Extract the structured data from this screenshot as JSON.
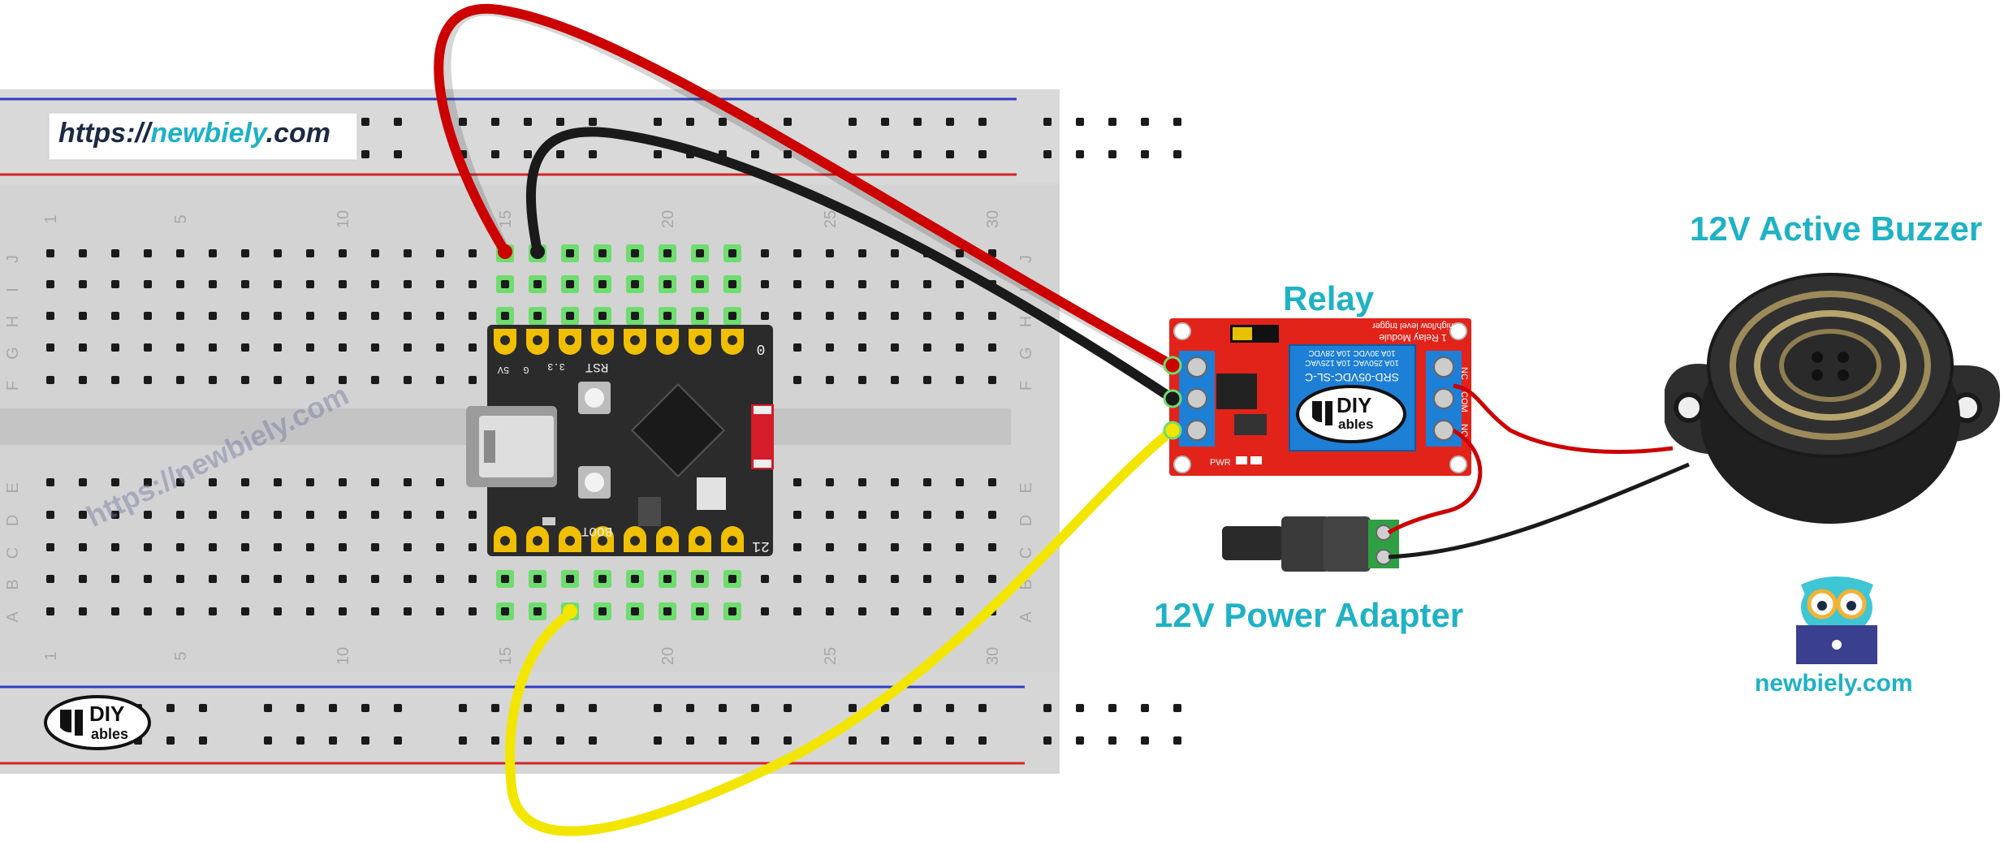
{
  "labels": {
    "relay": "Relay",
    "buzzer": "12V Active Buzzer",
    "adapter": "12V Power Adapter",
    "brand_caption": "newbiely.com"
  },
  "watermark": {
    "prefix": "https://",
    "domain": "newbiely",
    "suffix": ".com",
    "diagonal": "https://newbiely.com"
  },
  "breadboard": {
    "row_letters_top": [
      "J",
      "I",
      "H",
      "G",
      "F"
    ],
    "row_letters_bottom": [
      "E",
      "D",
      "C",
      "B",
      "A"
    ],
    "column_numbers": [
      "1",
      "5",
      "10",
      "15",
      "20",
      "25",
      "30"
    ],
    "logo_text": "DIY",
    "logo_sub": "ables"
  },
  "board": {
    "pin_top_right": "0",
    "pin_bottom_right": "21",
    "label_rst": "RST",
    "label_boot": "BOOT",
    "label_3v3": "3.3",
    "label_5v": "5V",
    "label_g": "G"
  },
  "relay_module": {
    "title_line": "1 Relay Module",
    "trigger_line": "high/low level trigger",
    "part_number": "SRD-05VDC-SL-C",
    "rating_1": "10A 250VAC 10A 125VAC",
    "rating_2": "10A 30VDC 10A 28VDC",
    "logo_text": "DIY",
    "logo_sub": "ables",
    "pin_nc": "NC",
    "pin_com": "COM",
    "pin_no": "NO",
    "led_label": "PWR"
  },
  "colors": {
    "wire_red": "#cc0000",
    "wire_black": "#1a1a1a",
    "wire_yellow": "#f2e600",
    "accent": "#1eb2c4",
    "relay_board": "#e2231a",
    "relay_block": "#1d7fd6",
    "connector_green": "#2ea043"
  }
}
